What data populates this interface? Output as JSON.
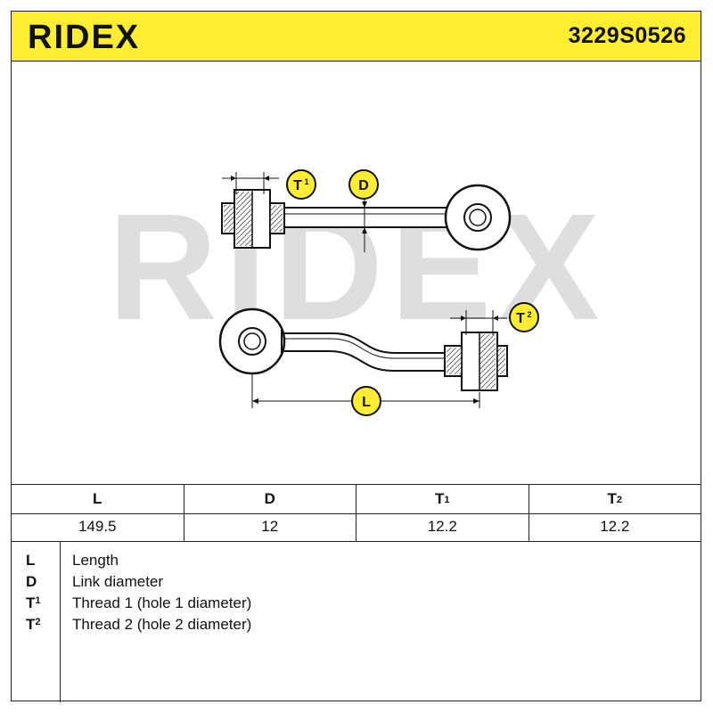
{
  "header": {
    "brand": "RIDEX",
    "part_number": "3229S0526"
  },
  "drawing": {
    "watermark": "RIDEX",
    "callouts": {
      "t1": {
        "letter": "T",
        "sup": "1"
      },
      "d": {
        "letter": "D"
      },
      "t2": {
        "letter": "T",
        "sup": "2"
      },
      "l": {
        "letter": "L"
      }
    },
    "colors": {
      "accent": "#ffed33",
      "line": "#111111",
      "watermark": "#d9d9d9"
    }
  },
  "spec_table": {
    "headers": [
      {
        "letter": "L",
        "sup": ""
      },
      {
        "letter": "D",
        "sup": ""
      },
      {
        "letter": "T",
        "sup": "1"
      },
      {
        "letter": "T",
        "sup": "2"
      }
    ],
    "values": [
      "149.5",
      "12",
      "12.2",
      "12.2"
    ]
  },
  "legend": [
    {
      "letter": "L",
      "sup": "",
      "text": "Length"
    },
    {
      "letter": "D",
      "sup": "",
      "text": "Link diameter"
    },
    {
      "letter": "T",
      "sup": "1",
      "text": "Thread 1 (hole 1 diameter)"
    },
    {
      "letter": "T",
      "sup": "2",
      "text": "Thread 2 (hole 2 diameter)"
    }
  ]
}
